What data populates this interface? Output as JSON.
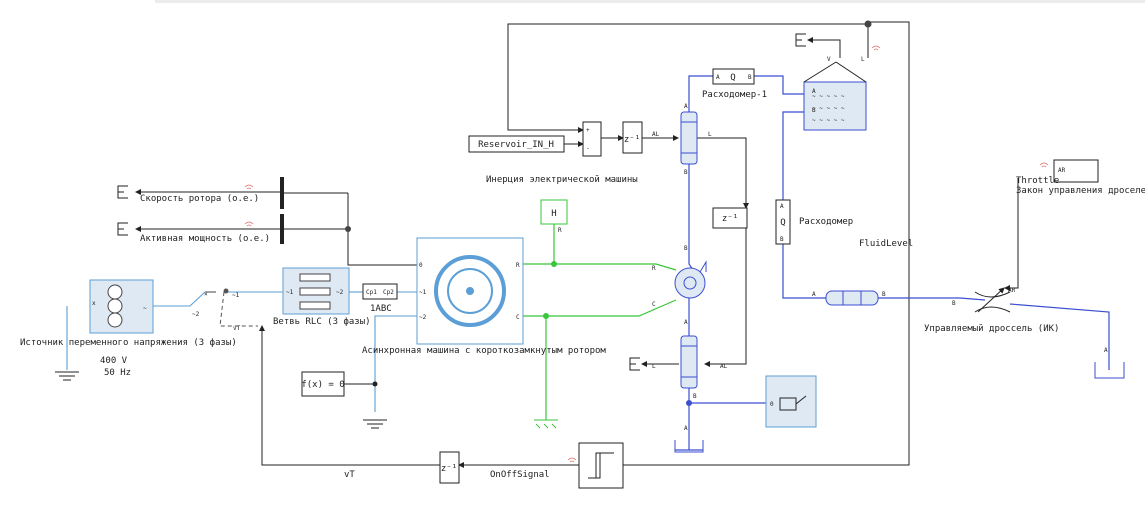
{
  "labels": {
    "reservoir": "Reservoir_IN_H",
    "flowmeter1": "Расходомер-1",
    "flowmeter2": "Расходомер",
    "inertia": "Инерция электрической машины",
    "speed": "Скорость ротора (о.е.)",
    "power": "Активная мощность (о.е.)",
    "source": "Источник переменного напряжения (3 фазы)",
    "voltage": "400 V",
    "freq": "50 Hz",
    "rlc": "Ветвь RLC (3 фазы)",
    "abc": "1ABC",
    "machine": "Асинхронная машина с короткозамкнутым ротором",
    "fluid_level": "FluidLevel",
    "throttle_title": "Throttle",
    "throttle_law": "Закон управления дроселем",
    "throttle_valve": "Управляемый дроссель (ИК)",
    "onoff": "OnOffSignal",
    "vt": "vT",
    "fx": "f(x) = 0",
    "z_inv": "z⁻¹",
    "port_a": "A",
    "port_b": "B",
    "port_q": "Q",
    "port_r": "R",
    "port_c": "C",
    "port_l": "L",
    "port_v": "V",
    "port_al": "AL",
    "port_ar": "AR",
    "port_cp1": "Cp1",
    "port_cp2": "Cp2",
    "port_1": "~1",
    "port_2": "~2",
    "port_tilde": "~",
    "port_0": "0",
    "port_x": "x"
  },
  "colors": {
    "hydraulic": "#3b4fd0",
    "mechanical": "#39c639",
    "electrical": "#5b9fd6",
    "signal": "#222222",
    "block_fill": "#dfe9f3"
  }
}
